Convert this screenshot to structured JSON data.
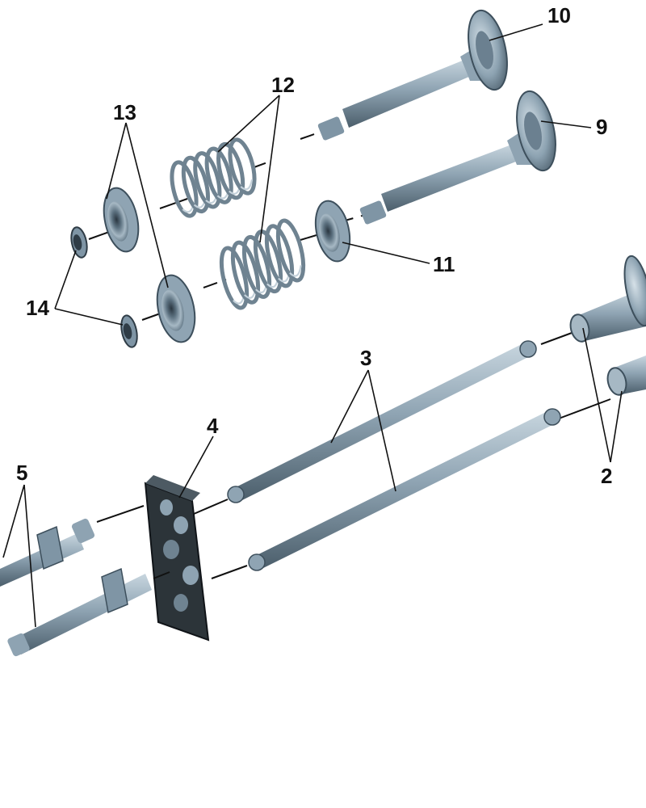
{
  "diagram": {
    "callouts": {
      "valve_exhaust": "10",
      "valve_intake": "9",
      "springs": "12",
      "retainers": "13",
      "spring_seat": "11",
      "locks": "14",
      "pushrods": "3",
      "tappets": "2",
      "guide_plate": "4",
      "adjusting_screws": "5"
    },
    "colors": {
      "metal_light": "#a9bbc7",
      "metal_mid": "#7f95a5",
      "metal_dark": "#3d4f5c",
      "plate": "#2c3439",
      "line": "#111111"
    }
  }
}
